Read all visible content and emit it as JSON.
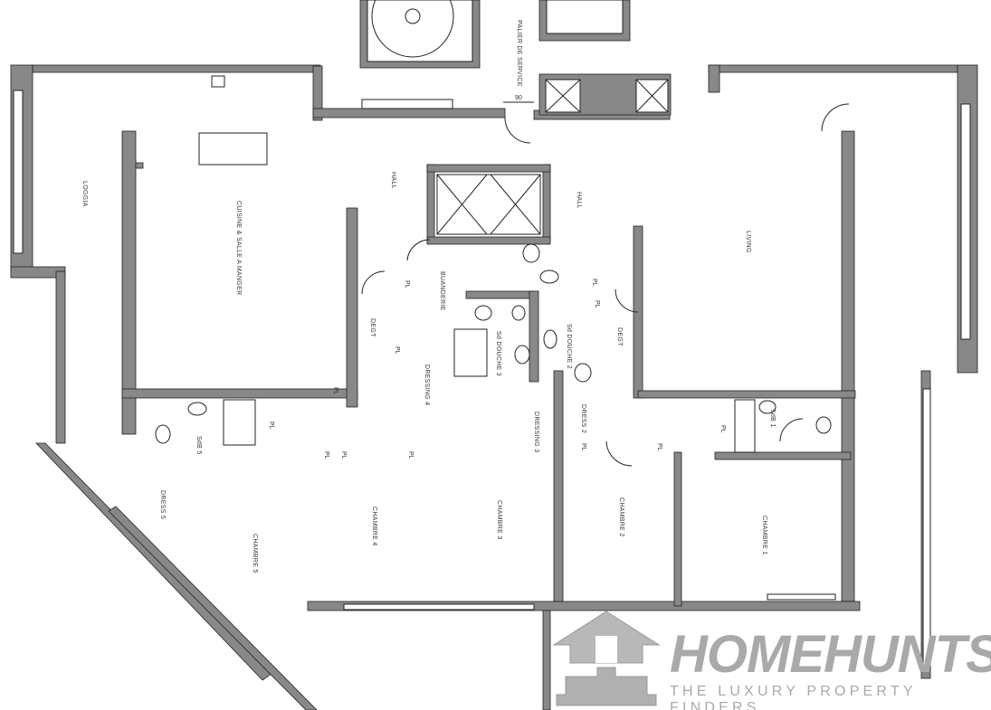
{
  "rooms": [
    {
      "id": "loggia",
      "label": "LOGGIA"
    },
    {
      "id": "cuisine",
      "label": "CUISINE & SALLE A MANGER"
    },
    {
      "id": "hall-1",
      "label": "HALL"
    },
    {
      "id": "hall-2",
      "label": "HALL"
    },
    {
      "id": "living",
      "label": "LIVING"
    },
    {
      "id": "buanderie",
      "label": "BUANDERIE"
    },
    {
      "id": "degt-1",
      "label": "DEGT"
    },
    {
      "id": "degt-2",
      "label": "DEGT"
    },
    {
      "id": "sd-douche-3",
      "label": "Sd DOUCHE 3"
    },
    {
      "id": "sd-douche-2",
      "label": "Sd DOUCHE 2"
    },
    {
      "id": "dressing-4",
      "label": "DRESSING 4"
    },
    {
      "id": "dressing-3",
      "label": "DRESSING 3"
    },
    {
      "id": "dress-2",
      "label": "DRESS 2"
    },
    {
      "id": "sdb-5",
      "label": "SdB 5"
    },
    {
      "id": "sdb-1",
      "label": "SdB 1"
    },
    {
      "id": "dress-5",
      "label": "DRESS 5"
    },
    {
      "id": "chambre-5",
      "label": "CHAMBRE 5"
    },
    {
      "id": "chambre-4",
      "label": "CHAMBRE 4"
    },
    {
      "id": "chambre-3",
      "label": "CHAMBRE 3"
    },
    {
      "id": "chambre-2",
      "label": "CHAMBRE 2"
    },
    {
      "id": "chambre-1",
      "label": "CHAMBRE 1"
    },
    {
      "id": "palier",
      "label": "PALIER DE SERVICE"
    }
  ],
  "placard_label": "PL",
  "dimension_label": "90",
  "logo": {
    "name": "HOMEHUNTS",
    "tagline": "THE LUXURY PROPERTY FINDERS"
  },
  "colors": {
    "wall": "#888888",
    "logo": "#a9a9a9"
  }
}
